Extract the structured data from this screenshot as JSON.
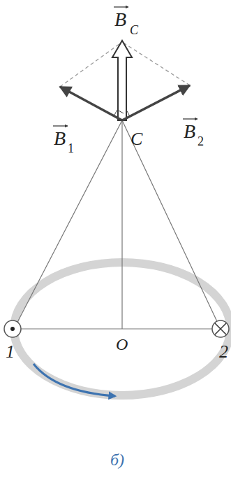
{
  "diagram": {
    "labels": [
      "B",
      "C",
      "B",
      "1",
      "C",
      "B",
      "2",
      "1",
      "O",
      "2",
      "б)"
    ]
  }
}
